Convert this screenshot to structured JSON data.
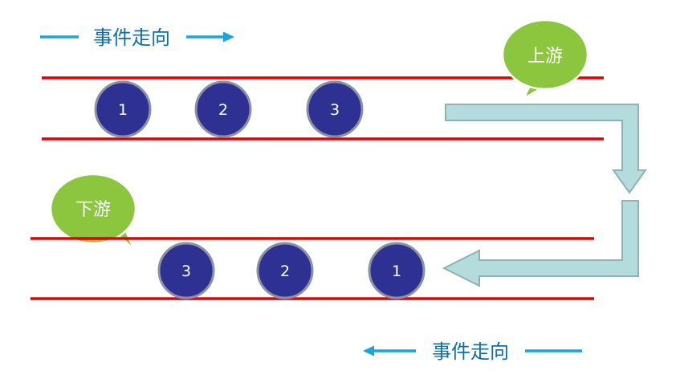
{
  "top_direction": {
    "label": "事件走向",
    "direction": "right"
  },
  "bottom_direction": {
    "label": "事件走向",
    "direction": "left"
  },
  "upstream": {
    "label": "上游"
  },
  "downstream": {
    "label": "下游"
  },
  "top_lane": {
    "events": [
      "1",
      "2",
      "3"
    ]
  },
  "bottom_lane": {
    "events": [
      "3",
      "2",
      "1"
    ]
  },
  "colors": {
    "lane_line": "#e60000",
    "direction_arrow": "#1aa3dc",
    "label_text": "#0e6fa6",
    "event_fill": "#2e3192",
    "event_stroke": "#8a93a6",
    "bubble_fill": "#8cc63f",
    "bubble_stroke": "#ffffff",
    "flow_arrow_fill": "#b4dcdd",
    "flow_arrow_stroke": "#8fb3b5"
  }
}
